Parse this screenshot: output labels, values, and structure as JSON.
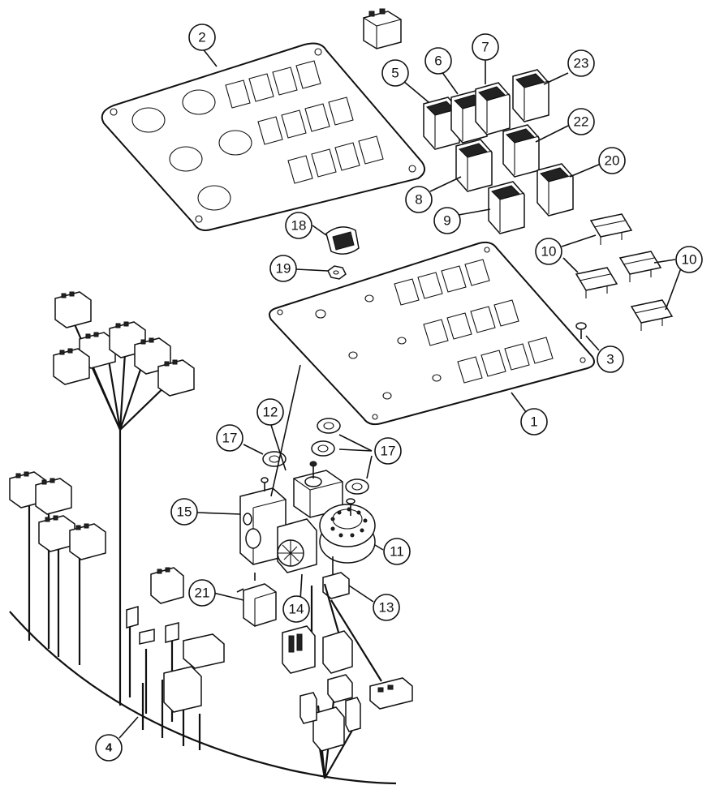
{
  "callouts": [
    {
      "id": "c1",
      "label": "1"
    },
    {
      "id": "c2",
      "label": "2"
    },
    {
      "id": "c3",
      "label": "3"
    },
    {
      "id": "c4",
      "label": "4"
    },
    {
      "id": "c5",
      "label": "5"
    },
    {
      "id": "c6",
      "label": "6"
    },
    {
      "id": "c7",
      "label": "7"
    },
    {
      "id": "c8",
      "label": "8"
    },
    {
      "id": "c9",
      "label": "9"
    },
    {
      "id": "c10a",
      "label": "10"
    },
    {
      "id": "c10b",
      "label": "10"
    },
    {
      "id": "c11",
      "label": "11"
    },
    {
      "id": "c12",
      "label": "12"
    },
    {
      "id": "c13",
      "label": "13"
    },
    {
      "id": "c14",
      "label": "14"
    },
    {
      "id": "c15",
      "label": "15"
    },
    {
      "id": "c17a",
      "label": "17"
    },
    {
      "id": "c17b",
      "label": "17"
    },
    {
      "id": "c18",
      "label": "18"
    },
    {
      "id": "c19",
      "label": "19"
    },
    {
      "id": "c20",
      "label": "20"
    },
    {
      "id": "c21",
      "label": "21"
    },
    {
      "id": "c22",
      "label": "22"
    },
    {
      "id": "c23",
      "label": "23"
    }
  ]
}
